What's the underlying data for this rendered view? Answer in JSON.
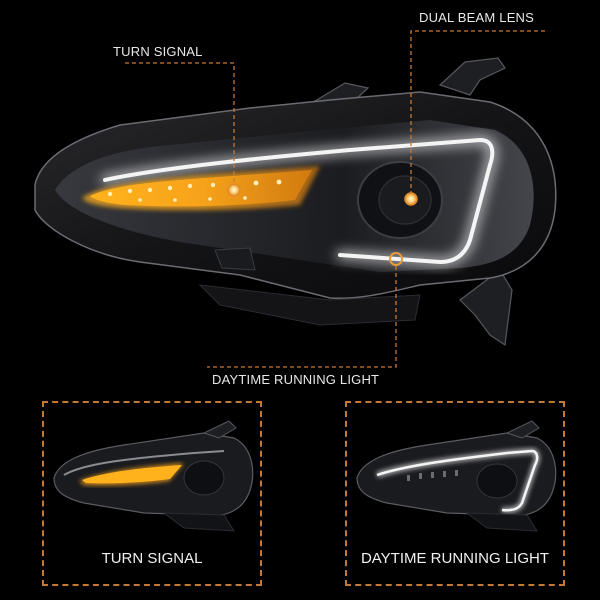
{
  "colors": {
    "background": "#000000",
    "accent_orange": "#c47a35",
    "turn_signal_amber": "#f5a623",
    "drl_white": "#f2f2f2",
    "label_text": "#e8e8e8"
  },
  "hero": {
    "subject": "LED projector headlight assembly",
    "callouts": [
      {
        "id": "turn-signal",
        "label": "TURN SIGNAL"
      },
      {
        "id": "dual-beam-lens",
        "label": "DUAL BEAM LENS"
      },
      {
        "id": "daytime-running-light",
        "label": "DAYTIME RUNNING LIGHT"
      }
    ]
  },
  "panels": [
    {
      "id": "turn-signal-panel",
      "caption": "TURN SIGNAL",
      "mode": "amber turn signal on"
    },
    {
      "id": "drl-panel",
      "caption": "DAYTIME RUNNING LIGHT",
      "mode": "white DRL on"
    }
  ]
}
